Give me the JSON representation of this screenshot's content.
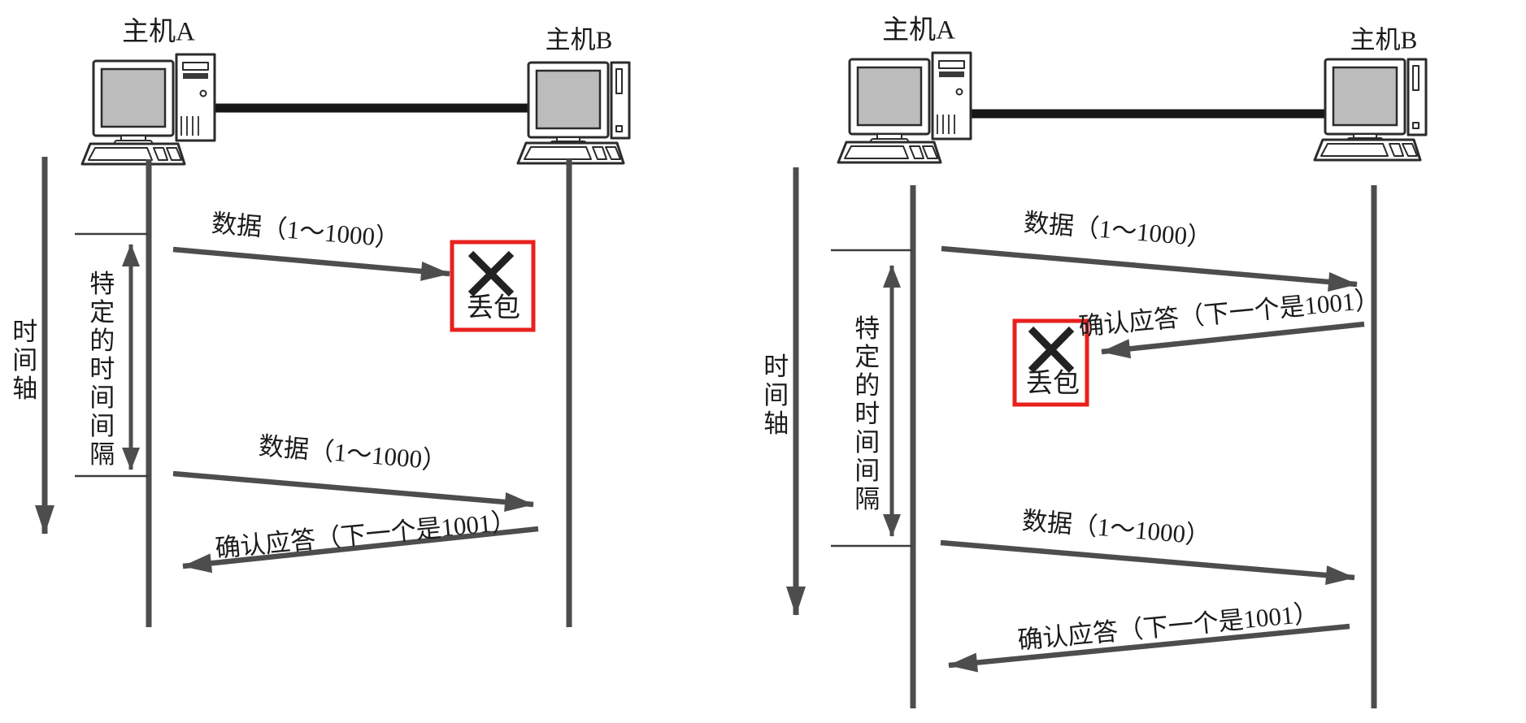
{
  "colors": {
    "line": "#4d4d4d",
    "cable": "#161616",
    "loss_box_border": "#e8211d",
    "screen_fill": "#bcbcbc",
    "text": "#1b1b1b"
  },
  "icons": {
    "host_a_computer": "desktop-pc-with-tower-icon",
    "host_b_computer": "desktop-pc-with-side-tower-icon",
    "packet_loss_mark": "x-cross-icon",
    "time_axis_arrow": "down-arrow-icon",
    "interval_span_arrow": "double-headed-vertical-arrow-icon"
  },
  "left_panel": {
    "scenario": "data-packet-lost",
    "host_a_label": "主机A",
    "host_b_label": "主机B",
    "time_axis_label": "时间轴",
    "interval_label": "特定的时间间隔",
    "data_label_1": "数据（1～1000）",
    "packet_loss_label": "丢包",
    "data_label_2": "数据（1～1000）",
    "ack_label": "确认应答（下一个是1001）"
  },
  "right_panel": {
    "scenario": "ack-lost",
    "host_a_label": "主机A",
    "host_b_label": "主机B",
    "time_axis_label": "时间轴",
    "interval_label": "特定的时间间隔",
    "data_label_1": "数据（1～1000）",
    "ack_lost_label": "确认应答（下一个是1001）",
    "packet_loss_label": "丢包",
    "data_label_2": "数据（1～1000）",
    "ack_label": "确认应答（下一个是1001）"
  }
}
